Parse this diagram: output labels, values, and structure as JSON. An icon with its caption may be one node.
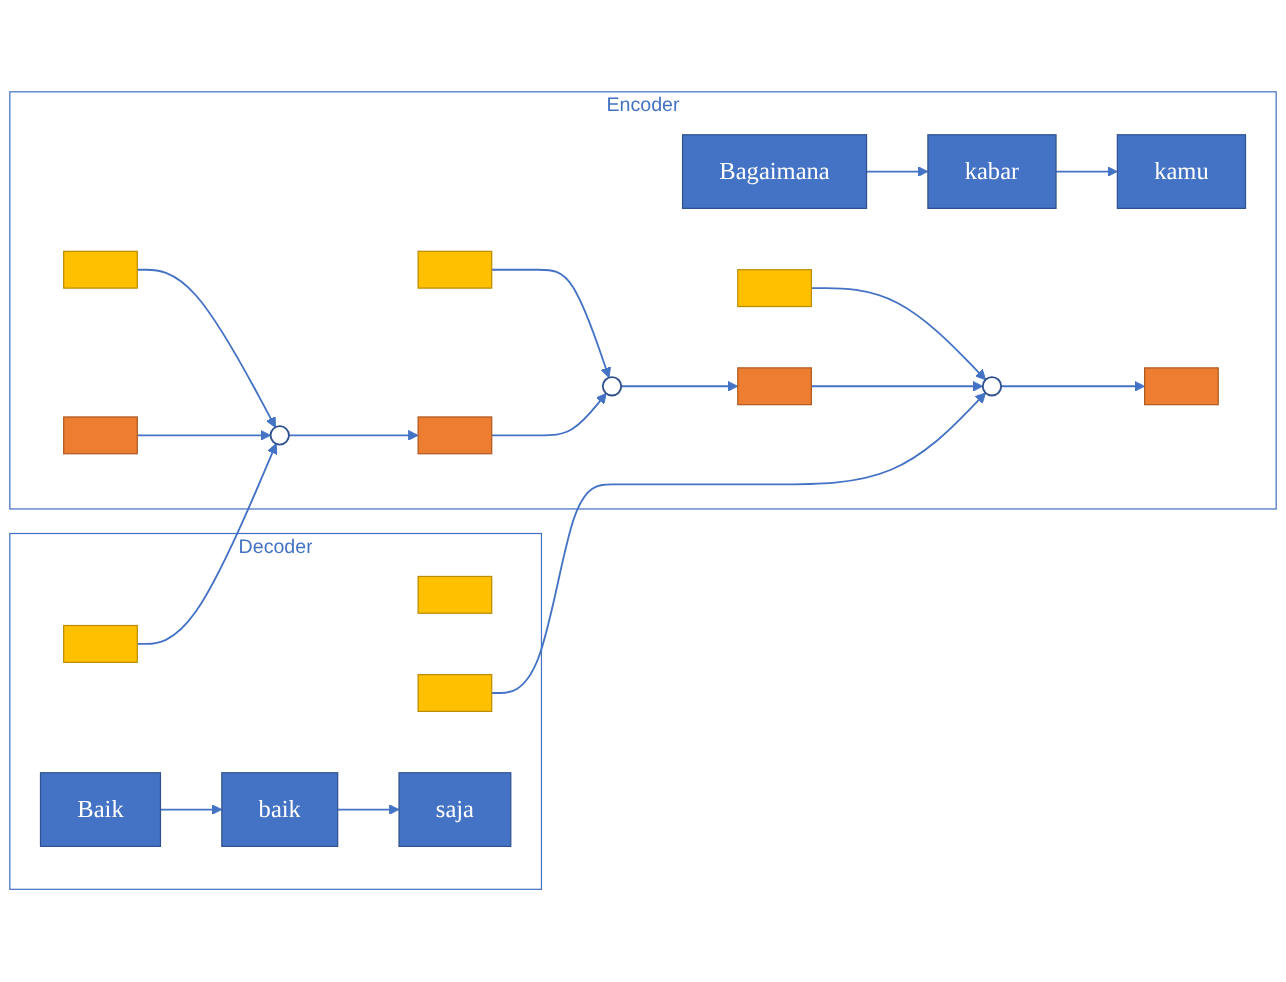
{
  "diagram": {
    "nodes": [
      {
        "text": [
          "Encoder"
        ]
      },
      {
        "text": [
          "Bagaimana"
        ],
        "in": 0
      },
      {
        "text": [
          "kabar"
        ],
        "in": 0
      },
      {
        "text": [
          "kamu"
        ],
        "in": 0
      },
      {
        "text": [],
        "shape": "box",
        "in": 0
      },
      {
        "text": [],
        "shape": "box",
        "in": 0
      },
      {
        "text": [],
        "shape": "box",
        "in": 0
      },
      {
        "text": [],
        "shape": "box",
        "in": 0
      },
      {
        "text": [],
        "shape": "circle",
        "in": 0
      },
      {
        "text": [],
        "shape": "box",
        "in": 0
      },
      {
        "text": [],
        "shape": "circle",
        "in": 0
      },
      {
        "text": [],
        "shape": "box",
        "in": 0
      },
      {
        "text": [],
        "shape": "circle",
        "in": 0
      },
      {
        "text": [],
        "shape": "box",
        "in": 0
      },
      {
        "text": [
          "Decoder"
        ]
      },
      {
        "text": [],
        "shape": "box",
        "in": 14
      },
      {
        "text": [],
        "shape": "box",
        "in": 14
      },
      {
        "text": [],
        "shape": "box",
        "in": 14
      },
      {
        "text": [
          "Baik"
        ],
        "in": 14
      },
      {
        "text": [
          "baik"
        ],
        "in": 14
      },
      {
        "text": [
          "saja"
        ],
        "in": 14
      }
    ],
    "edges": [
      {
        "from": 1,
        "to": 2,
        "arrow": "to"
      },
      {
        "from": 2,
        "to": 3,
        "arrow": "to"
      },
      {
        "from": 4,
        "to": 8,
        "arrow": "to"
      },
      {
        "from": 5,
        "to": 10,
        "arrow": "to"
      },
      {
        "from": 6,
        "to": 12,
        "arrow": "to"
      },
      {
        "from": 7,
        "to": 8,
        "arrow": "to"
      },
      {
        "from": 8,
        "to": 9,
        "arrow": "to"
      },
      {
        "from": 9,
        "to": 10,
        "arrow": "to"
      },
      {
        "from": 10,
        "to": 11,
        "arrow": "to"
      },
      {
        "from": 11,
        "to": 12,
        "arrow": "to"
      },
      {
        "from": 12,
        "to": 13,
        "arrow": "to"
      },
      {
        "from": 15,
        "to": 8,
        "arrow": "to"
      },
      {
        "from": 17,
        "to": 12,
        "arrow": "to"
      },
      {
        "from": 18,
        "to": 19,
        "arrow": "to"
      },
      {
        "from": 19,
        "to": 20,
        "arrow": "to"
      }
    ]
  }
}
